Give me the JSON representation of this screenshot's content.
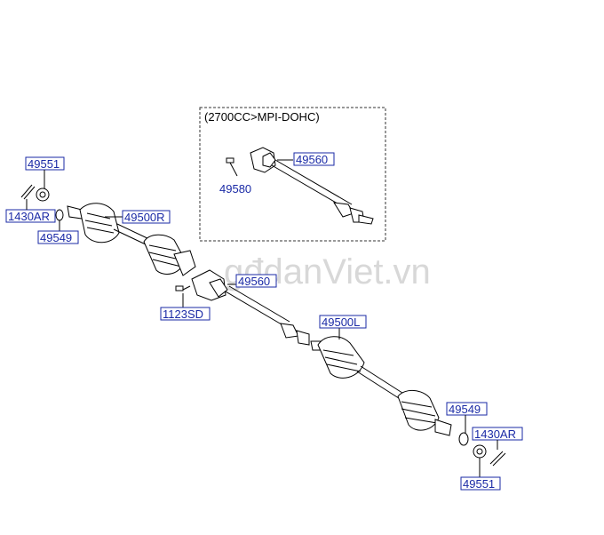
{
  "watermark": "gđdanViet.vn",
  "variant_title": "(2700CC>MPI-DOHC)",
  "labels": {
    "p49551_left": "49551",
    "p1430AR_left": "1430AR",
    "p49549_left": "49549",
    "p49500R": "49500R",
    "p1123SD": "1123SD",
    "p49560_main": "49560",
    "p49500L": "49500L",
    "p49549_right": "49549",
    "p1430AR_right": "1430AR",
    "p49551_right": "49551",
    "p49560_inset": "49560",
    "p49580": "49580"
  },
  "colors": {
    "label_text": "#1a2aa6",
    "line": "#000000",
    "watermark": "#d8d8d8"
  }
}
